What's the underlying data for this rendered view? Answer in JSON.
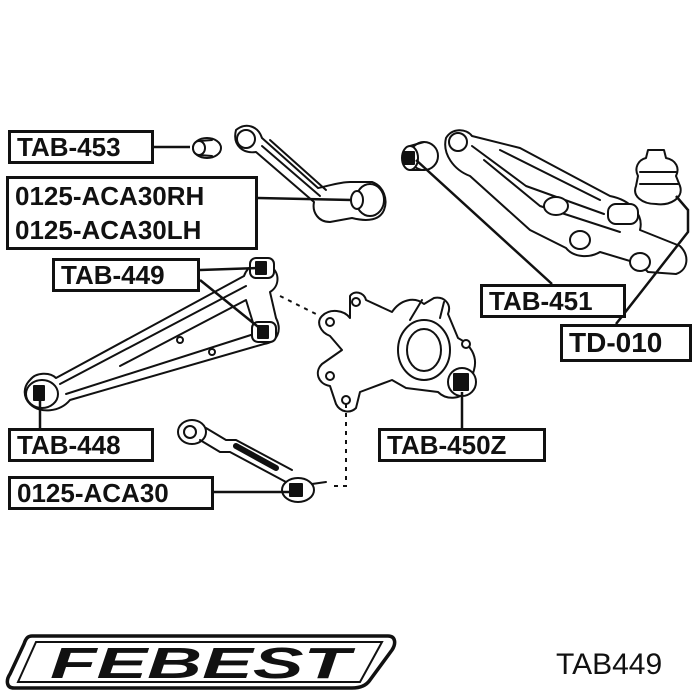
{
  "labels": {
    "tab453": "TAB-453",
    "aca30rh": "0125-ACA30RH",
    "aca30lh": "0125-ACA30LH",
    "tab449": "TAB-449",
    "tab451": "TAB-451",
    "td010": "TD-010",
    "tab448": "TAB-448",
    "tab450z": "TAB-450Z",
    "aca30": "0125-ACA30"
  },
  "brand": {
    "name": "FEBEST"
  },
  "part_number": "TAB449",
  "colors": {
    "ink": "#111111",
    "background": "#ffffff",
    "part_fill": "#ffffff"
  }
}
